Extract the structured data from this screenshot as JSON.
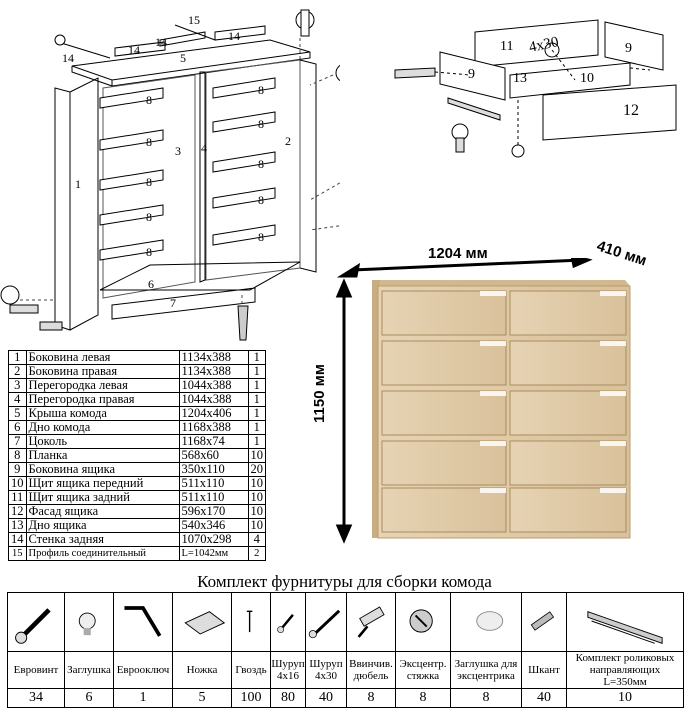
{
  "diagram": {
    "assembly_labels": [
      "1",
      "2",
      "3",
      "4",
      "5",
      "6",
      "7",
      "8",
      "8",
      "8",
      "8",
      "8",
      "8",
      "8",
      "8",
      "14",
      "14",
      "14",
      "14",
      "15"
    ],
    "drawer_labels": [
      "4x30",
      "11",
      "9",
      "9",
      "10",
      "13",
      "12"
    ],
    "dims": {
      "width": "1204 мм",
      "depth": "410 мм",
      "height": "1150 мм"
    }
  },
  "parts": [
    {
      "n": "1",
      "name": "Боковина левая",
      "size": "1134x388",
      "q": "1"
    },
    {
      "n": "2",
      "name": "Боковина правая",
      "size": "1134x388",
      "q": "1"
    },
    {
      "n": "3",
      "name": "Перегородка левая",
      "size": "1044x388",
      "q": "1"
    },
    {
      "n": "4",
      "name": "Перегородка правая",
      "size": "1044x388",
      "q": "1"
    },
    {
      "n": "5",
      "name": "Крыша комода",
      "size": "1204x406",
      "q": "1"
    },
    {
      "n": "6",
      "name": "Дно комода",
      "size": "1168x388",
      "q": "1"
    },
    {
      "n": "7",
      "name": "Цоколь",
      "size": "1168x74",
      "q": "1"
    },
    {
      "n": "8",
      "name": "Планка",
      "size": "568x60",
      "q": "10"
    },
    {
      "n": "9",
      "name": "Боковина ящика",
      "size": "350x110",
      "q": "20"
    },
    {
      "n": "10",
      "name": "Щит ящика передний",
      "size": "511x110",
      "q": "10"
    },
    {
      "n": "11",
      "name": "Щит ящика задний",
      "size": "511x110",
      "q": "10"
    },
    {
      "n": "12",
      "name": "Фасад ящика",
      "size": "596x170",
      "q": "10"
    },
    {
      "n": "13",
      "name": "Дно ящика",
      "size": "540x346",
      "q": "10"
    },
    {
      "n": "14",
      "name": "Стенка задняя",
      "size": "1070x298",
      "q": "4"
    },
    {
      "n": "15",
      "name": "Профиль соединительный",
      "size": "L=1042мм",
      "q": "2"
    }
  ],
  "hardware_title": "Комплект фурнитуры для сборки комода",
  "hardware": [
    {
      "name": "Евровинт",
      "qty": "34",
      "icon": "euroscrew-icon"
    },
    {
      "name": "Заглушка",
      "qty": "6",
      "icon": "cap-icon"
    },
    {
      "name": "Еврооключ",
      "qty": "1",
      "icon": "hex-key-icon"
    },
    {
      "name": "Ножка",
      "qty": "5",
      "icon": "foot-icon"
    },
    {
      "name": "Гвоздь",
      "qty": "100",
      "icon": "nail-icon"
    },
    {
      "name": "Шуруп 4x16",
      "qty": "80",
      "icon": "screw-short-icon"
    },
    {
      "name": "Шуруп 4x30",
      "qty": "40",
      "icon": "screw-long-icon"
    },
    {
      "name": "Ввинчив. дюбель",
      "qty": "8",
      "icon": "dowel-screw-icon"
    },
    {
      "name": "Эксцентр. стяжка",
      "qty": "8",
      "icon": "cam-lock-icon"
    },
    {
      "name": "Заглушка для эксцентрика",
      "qty": "8",
      "icon": "cam-cap-icon"
    },
    {
      "name": "Шкант",
      "qty": "40",
      "icon": "wood-dowel-icon"
    },
    {
      "name": "Комплект роликовых направляющих L=350мм",
      "qty": "10",
      "icon": "rail-icon"
    }
  ]
}
